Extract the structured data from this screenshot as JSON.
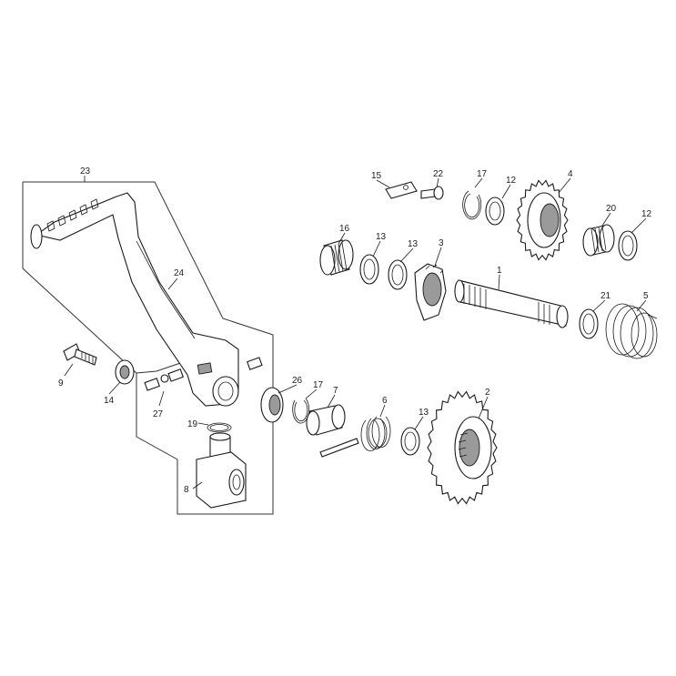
{
  "callouts": {
    "c1": "1",
    "c2": "2",
    "c3": "3",
    "c4": "4",
    "c5": "5",
    "c6": "6",
    "c7": "7",
    "c8": "8",
    "c9": "9",
    "c12a": "12",
    "c12b": "12",
    "c13a": "13",
    "c13b": "13",
    "c13c": "13",
    "c14": "14",
    "c15": "15",
    "c16": "16",
    "c17a": "17",
    "c17b": "17",
    "c19": "19",
    "c20": "20",
    "c21": "21",
    "c22": "22",
    "c23": "23",
    "c24": "24",
    "c26": "26",
    "c27": "27"
  }
}
